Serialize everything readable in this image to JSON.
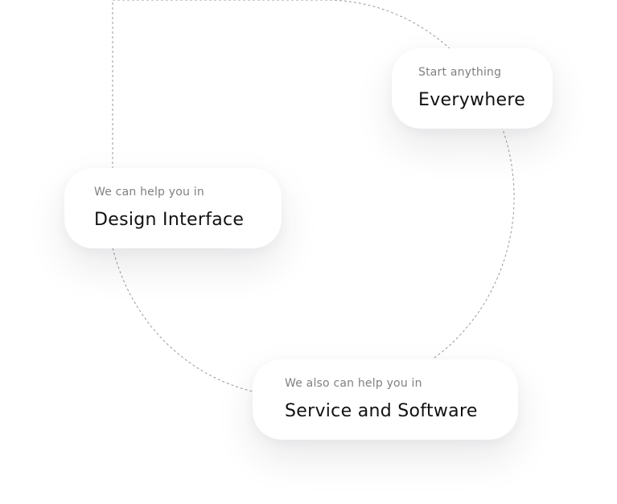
{
  "cards": {
    "everywhere": {
      "eyebrow": "Start anything",
      "headline": "Everywhere"
    },
    "design": {
      "eyebrow": "We can help you in",
      "headline": "Design Interface"
    },
    "service": {
      "eyebrow": "We also can help you in",
      "headline": "Service and Software"
    }
  },
  "colors": {
    "background": "#ffffff",
    "eyebrow_text": "#808080",
    "headline_text": "#111111",
    "dashed_line": "#9a9a9a"
  }
}
